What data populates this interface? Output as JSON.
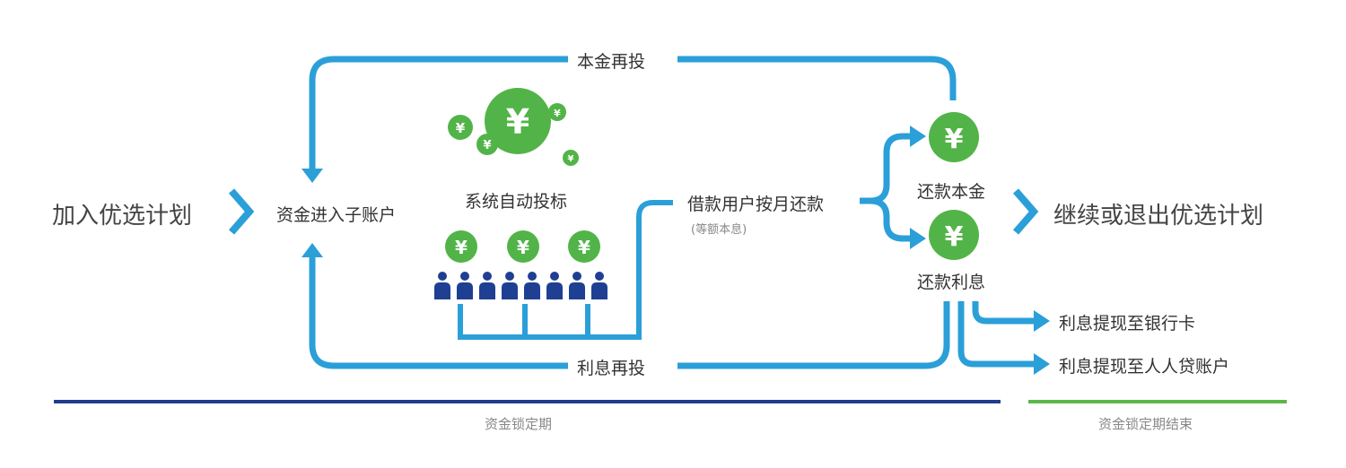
{
  "labels": {
    "join_plan": "加入优选计划",
    "funds_enter": "资金进入子账户",
    "auto_bid": "系统自动投标",
    "borrower_repay": "借款用户按月还款",
    "repay_method": "(等额本息)",
    "repay_principal": "还款本金",
    "repay_interest": "还款利息",
    "continue_or_exit": "继续或退出优选计划",
    "principal_reinvest": "本金再投",
    "interest_reinvest": "利息再投",
    "withdraw_bank": "利息提现至银行卡",
    "withdraw_renrendai": "利息提现至人人贷账户",
    "lock_period": "资金锁定期",
    "lock_period_end": "资金锁定期结束"
  },
  "coin_symbol": "¥",
  "colors": {
    "flow_blue": "#2b9fd8",
    "coin_green": "#52b448",
    "person_navy": "#1f3f93",
    "lock_bar": "#213c8f",
    "end_bar": "#5cb748"
  }
}
